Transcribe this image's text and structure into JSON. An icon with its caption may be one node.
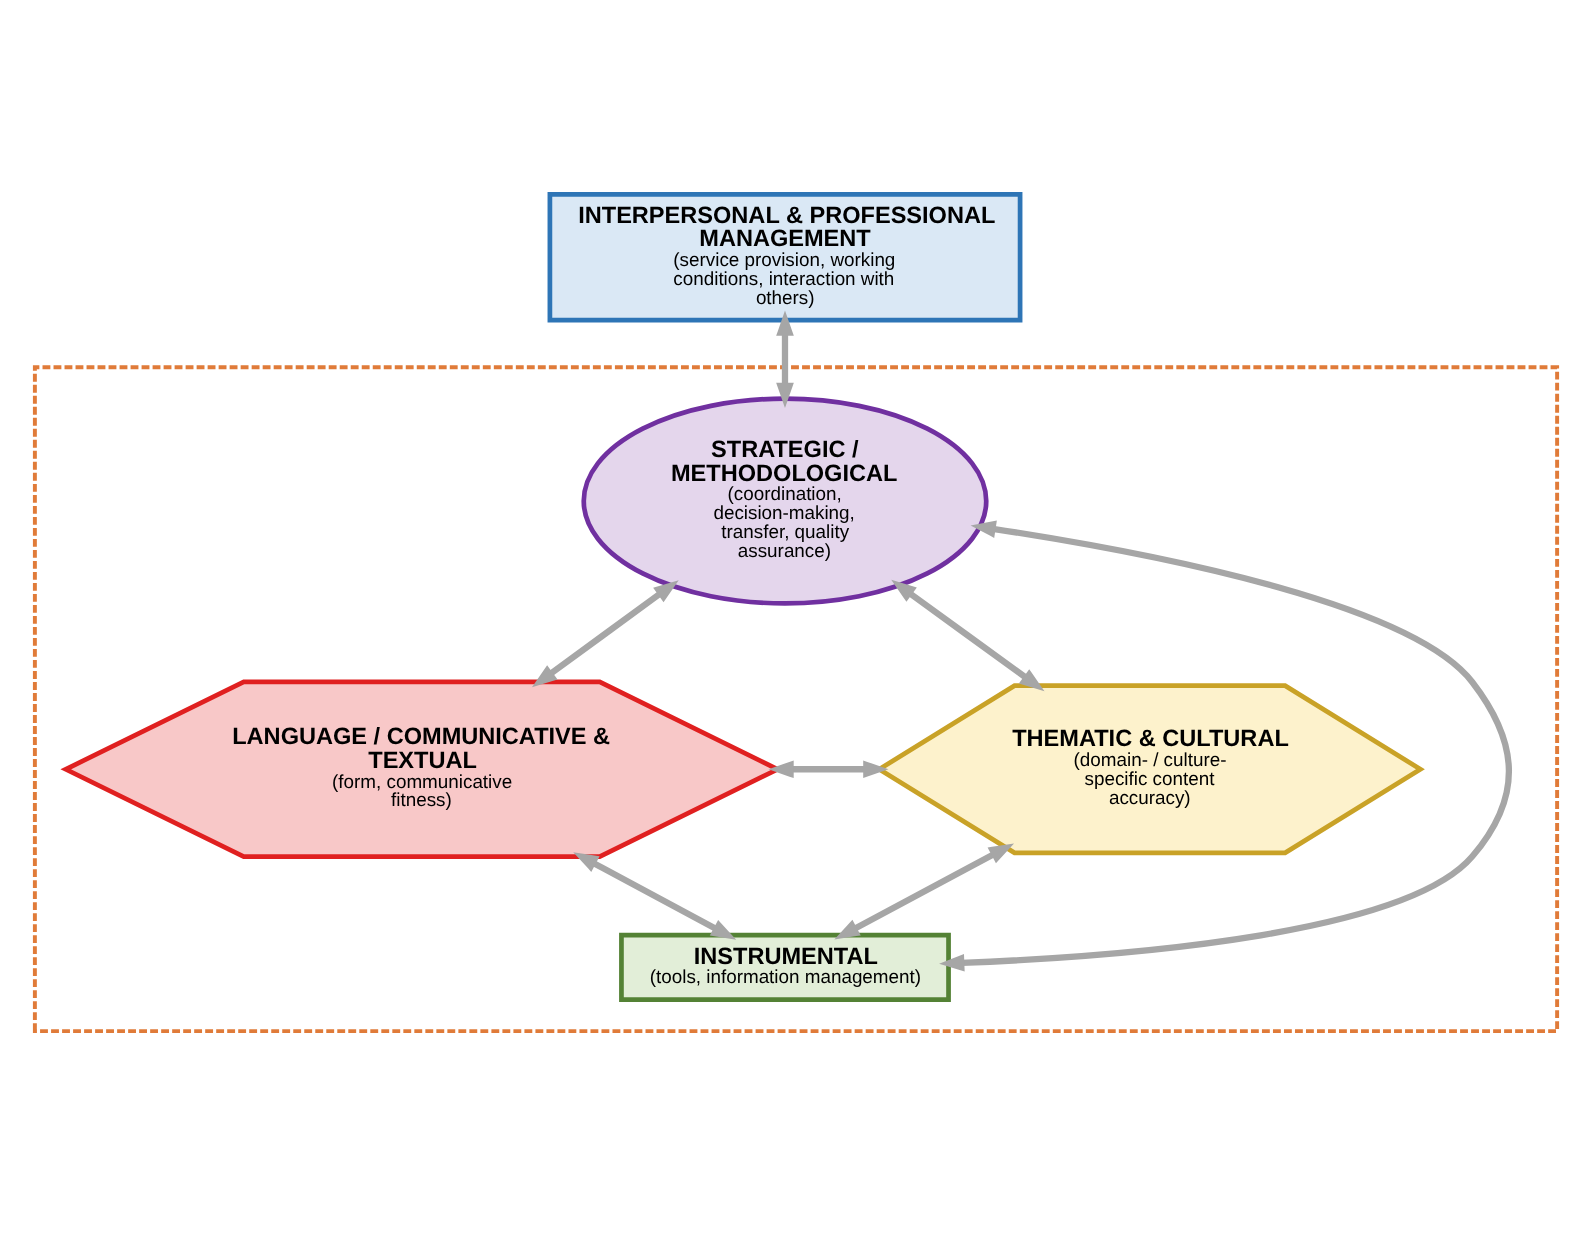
{
  "diagram": {
    "nodes": [
      {
        "text": [
          "INTERPERSONAL & PROFESSIONAL MANAGEMENT",
          "(service provision, working conditions, interaction with others)"
        ]
      },
      {
        "text": [],
        "shape": "box"
      },
      {
        "text": [
          "STRATEGIC / METHODOLOGICAL",
          "(coordination, decision-making, transfer, quality assurance)"
        ],
        "in": 1
      },
      {
        "text": [
          "LANGUAGE / COMMUNICATIVE & TEXTUAL",
          "(form, communicative fitness)"
        ],
        "in": 1
      },
      {
        "text": [
          "THEMATIC & CULTURAL",
          "(domain- / culture-specific content accuracy)"
        ],
        "in": 1
      },
      {
        "text": [
          "INSTRUMENTAL",
          "(tools, information management)"
        ],
        "in": 1
      }
    ],
    "edges": [
      {
        "from": 0,
        "to": 2,
        "arrow": "both"
      },
      {
        "from": 2,
        "to": 3,
        "arrow": "both"
      },
      {
        "from": 2,
        "to": 4,
        "arrow": "both"
      },
      {
        "from": 3,
        "to": 4,
        "arrow": "both"
      },
      {
        "from": 2,
        "to": 5,
        "arrow": "both"
      },
      {
        "from": 3,
        "to": 5,
        "arrow": "both"
      },
      {
        "from": 4,
        "to": 5,
        "arrow": "both"
      }
    ]
  }
}
